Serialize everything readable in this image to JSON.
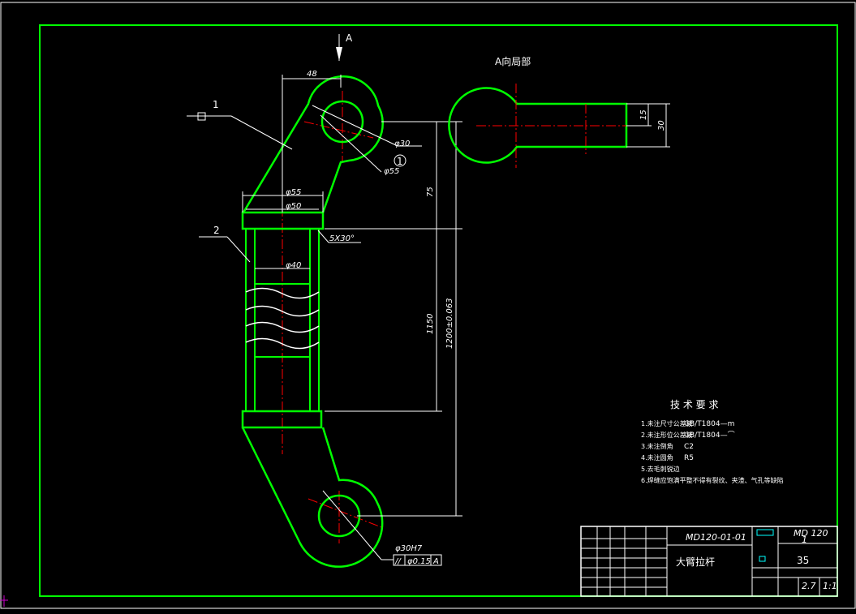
{
  "colors": {
    "background": "#000000",
    "frame": "#00ff00",
    "part_outline": "#00ff00",
    "center_line": "#ff0000",
    "dimension": "#ffffff"
  },
  "main_view": {
    "view_arrow_label": "A",
    "balloons": [
      "1",
      "2"
    ],
    "dims": {
      "d_48": "48",
      "d_30": "φ30",
      "d_55_top": "φ55",
      "d_55_neck": "φ55",
      "d_50": "φ50",
      "d_40": "φ40",
      "chamfer": "5X30°",
      "d_75": "75",
      "d_1150": "1150",
      "d_1200": "1200±0.063",
      "d_30h7": "φ30H7"
    },
    "datum_marker": "1",
    "tolerance_frame": {
      "symbol": "//",
      "value": "φ0.15",
      "datum": "A"
    }
  },
  "detail_view": {
    "title": "A向局部",
    "dims": {
      "d_15": "15",
      "d_30": "30"
    }
  },
  "tech_requirements": {
    "heading": "技 术 要 求",
    "items": [
      {
        "num": "1.",
        "text": "未注尺寸公差按",
        "value": "GB/T1804—m"
      },
      {
        "num": "2.",
        "text": "未注形位公差按",
        "value": "GB/T1804—⌒"
      },
      {
        "num": "3.",
        "text": "未注倒角",
        "value": "C2"
      },
      {
        "num": "4.",
        "text": "未注圆角",
        "value": "R5"
      },
      {
        "num": "5.",
        "text": "去毛刺锐边",
        "value": ""
      },
      {
        "num": "6.",
        "text": "焊缝应饱满平整不得有裂纹、夹渣、气孔等缺陷",
        "value": ""
      }
    ]
  },
  "title_block": {
    "drawing_number": "MD120-01-01",
    "part_name": "大臂拉杆",
    "project_code": "MD 120",
    "sheet": "1",
    "material": "35",
    "mass": "2.7",
    "scale": "1:1"
  }
}
